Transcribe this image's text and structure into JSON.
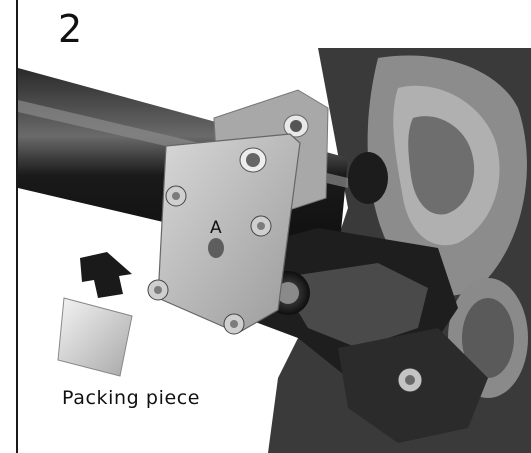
{
  "step": {
    "number": "2"
  },
  "labels": {
    "part_a": "A",
    "packing_piece": "Packing piece"
  }
}
